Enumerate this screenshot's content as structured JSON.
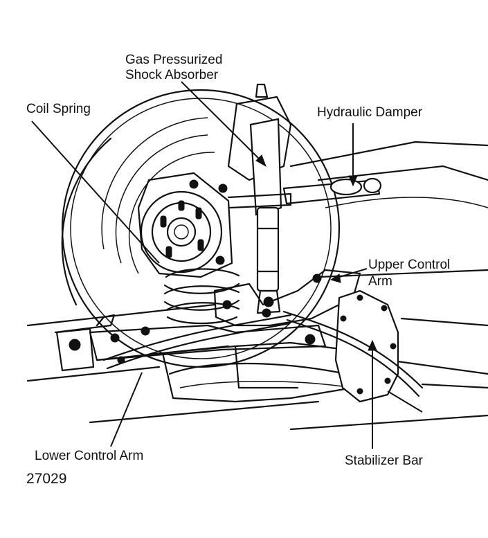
{
  "labels": {
    "shock_absorber_line1": "Gas Pressurized",
    "shock_absorber_line2": "Shock Absorber",
    "coil_spring": "Coil Spring",
    "hydraulic_damper": "Hydraulic Damper",
    "upper_control_arm_line1": "Upper Control",
    "upper_control_arm_line2": "Arm",
    "lower_control_arm": "Lower Control Arm",
    "stabilizer_bar": "Stabilizer Bar"
  },
  "figure_number": "27029",
  "colors": {
    "ink": "#111111",
    "paper": "#ffffff"
  }
}
